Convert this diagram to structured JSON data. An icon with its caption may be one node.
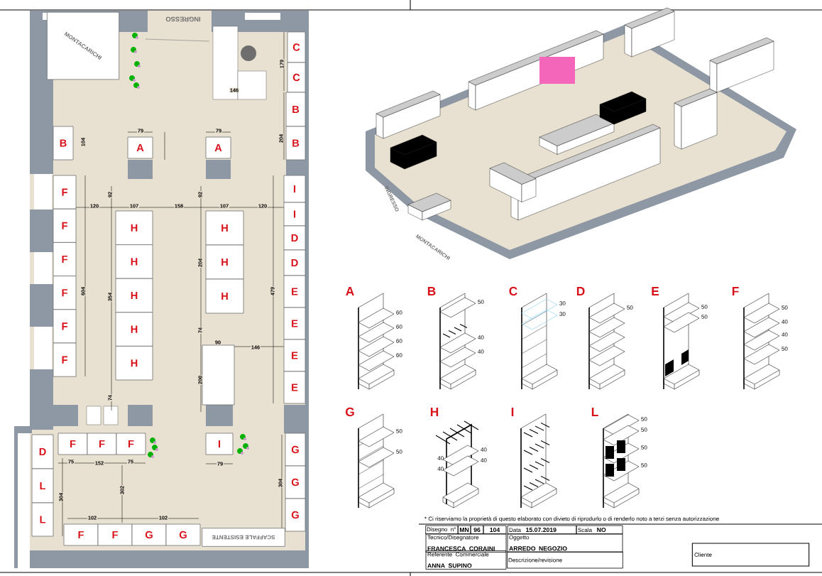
{
  "diagram": {
    "nodes": [
      {
        "text": [
          "MONTACARICHI"
        ]
      },
      {
        "text": [
          "C"
        ]
      },
      {
        "text": [
          "C"
        ]
      },
      {
        "text": [
          "B"
        ]
      },
      {
        "text": [
          "B"
        ]
      },
      {
        "text": [
          "B"
        ]
      },
      {
        "text": [
          "A"
        ]
      },
      {
        "text": [
          "A"
        ]
      },
      {
        "text": [
          "F"
        ]
      },
      {
        "text": [
          "F"
        ]
      },
      {
        "text": [
          "F"
        ]
      },
      {
        "text": [
          "F"
        ]
      },
      {
        "text": [
          "F"
        ]
      },
      {
        "text": [
          "F"
        ]
      },
      {
        "text": [
          "I"
        ]
      },
      {
        "text": [
          "I"
        ]
      },
      {
        "text": [
          "D"
        ]
      },
      {
        "text": [
          "D"
        ]
      },
      {
        "text": [
          "E"
        ]
      },
      {
        "text": [
          "E"
        ]
      },
      {
        "text": [
          "E"
        ]
      },
      {
        "text": [
          "E"
        ]
      },
      {
        "text": [
          "H"
        ]
      },
      {
        "text": [
          "H"
        ]
      },
      {
        "text": [
          "H"
        ]
      },
      {
        "text": [
          "H"
        ]
      },
      {
        "text": [
          "H"
        ]
      },
      {
        "text": [
          "H"
        ]
      },
      {
        "text": [
          "H"
        ]
      },
      {
        "text": [
          "H"
        ]
      },
      {
        "text": [],
        "shape": "box"
      },
      {
        "text": [
          "F"
        ]
      },
      {
        "text": [
          "F"
        ]
      },
      {
        "text": [
          "F"
        ]
      },
      {
        "text": [
          "I"
        ]
      },
      {
        "text": [
          "D"
        ]
      },
      {
        "text": [
          "L"
        ]
      },
      {
        "text": [
          "L"
        ]
      },
      {
        "text": [
          "G"
        ]
      },
      {
        "text": [
          "G"
        ]
      },
      {
        "text": [
          "G"
        ]
      },
      {
        "text": [
          "F"
        ]
      },
      {
        "text": [
          "F"
        ]
      },
      {
        "text": [
          "G"
        ]
      },
      {
        "text": [
          "G"
        ]
      },
      {
        "text": [
          "SCAFFALE ESISTENTE"
        ]
      },
      {
        "text": [
          "Disegno n°"
        ]
      },
      {
        "text": [
          "MN"
        ]
      },
      {
        "text": [
          "96"
        ]
      },
      {
        "text": [
          "104"
        ]
      },
      {
        "text": [
          "Data",
          "15.07.2019"
        ]
      },
      {
        "text": [
          "Scala",
          "NO"
        ]
      },
      {
        "text": [
          "Tecnico/Disegnatore",
          "FRANCESCA CORAINI"
        ]
      },
      {
        "text": [
          "Oggetto",
          "ARREDO NEGOZIO"
        ]
      },
      {
        "text": [
          "Referente Commerciale",
          "ANNA SUPINO"
        ]
      },
      {
        "text": [
          "Descrizione/revisione"
        ]
      },
      {
        "text": [
          "Cliente"
        ]
      }
    ],
    "labels": [
      "INGRESSO",
      "79",
      "79",
      "104",
      "204",
      "179",
      "146",
      "604",
      "120",
      "107",
      "158",
      "107",
      "120",
      "92",
      "92",
      "354",
      "204",
      "74",
      "90",
      "146",
      "200",
      "479",
      "74",
      "75",
      "152",
      "75",
      "79",
      "304",
      "302",
      "102",
      "102",
      "304",
      "INGRESSO",
      "MONTACARICHI",
      "A",
      "60",
      "60",
      "60",
      "60",
      "B",
      "50",
      "40",
      "40",
      "C",
      "30",
      "30",
      "D",
      "50",
      "E",
      "50",
      "50",
      "F",
      "50",
      "40",
      "40",
      "50",
      "G",
      "50",
      "50",
      "H",
      "40",
      "40",
      "40",
      "40",
      "I",
      "L",
      "50",
      "50",
      "50",
      "50",
      "* Ci riserviamo la proprietà di questo elaborato con divieto di riprodurlo o di renderlo noto a terzi senza autorizzazione"
    ]
  }
}
